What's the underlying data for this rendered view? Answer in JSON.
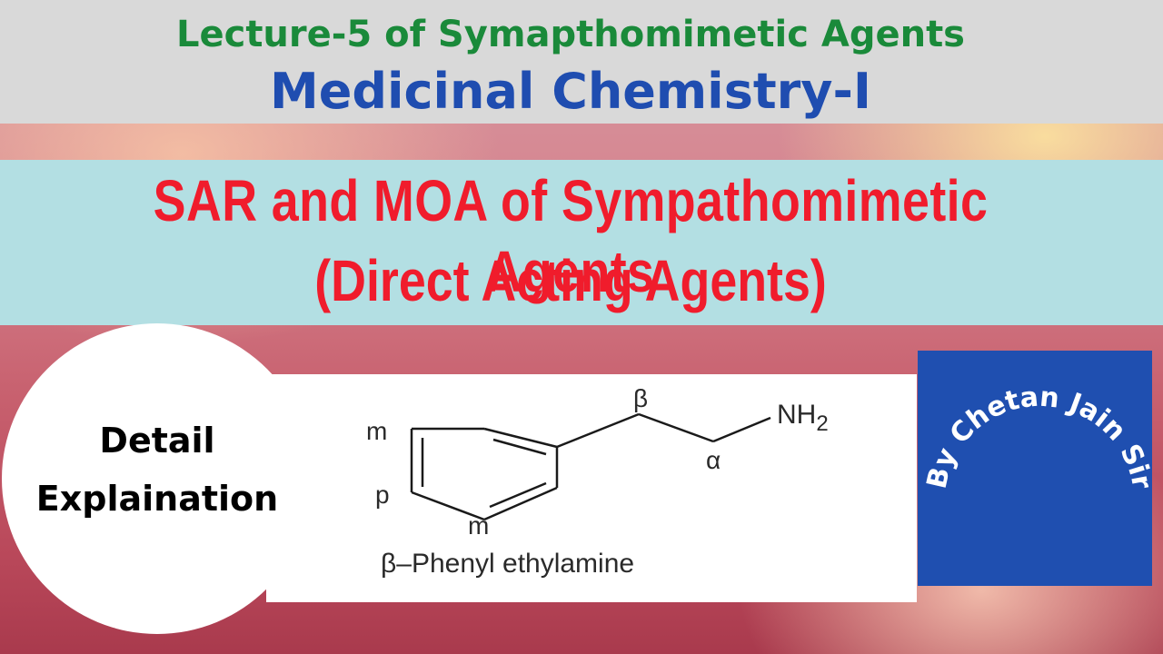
{
  "header": {
    "lecture_title": "Lecture-5 of Symapthomimetic Agents",
    "subject": "Medicinal Chemistry-I"
  },
  "topic": {
    "title": "SAR and MOA of Sympathomimetic Agents",
    "subtitle": "(Direct Acting Agents)"
  },
  "badge": {
    "line1": "Detail",
    "line2": "Explaination"
  },
  "structure": {
    "name": "β–Phenyl ethylamine",
    "label_beta": "β",
    "label_alpha": "α",
    "label_amine": "NH",
    "label_amine_sub": "2",
    "label_m_top": "m",
    "label_p": "p",
    "label_m_bottom": "m"
  },
  "author": {
    "text": "By Chetan Jain Sir"
  },
  "colors": {
    "lecture_green": "#1a8a3a",
    "subject_blue": "#1f4db0",
    "topic_red": "#f01c2c",
    "band_grey": "#d9d9d9",
    "band_cyan": "#b3dfe3",
    "author_box_blue": "#1f4fb0"
  }
}
